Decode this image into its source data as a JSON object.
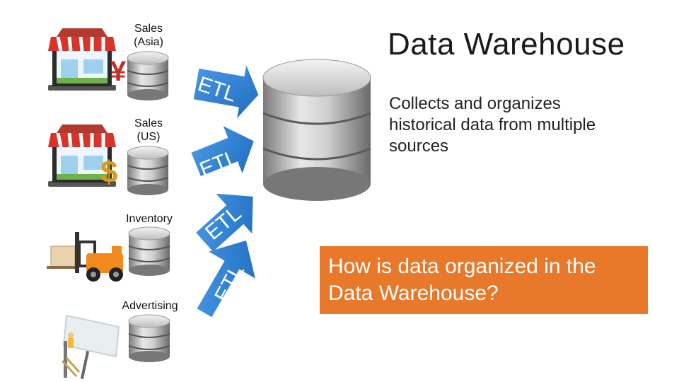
{
  "title": "Data Warehouse",
  "description": "Collects and organizes historical data from multiple sources",
  "question": "How is data organized in the Data Warehouse?",
  "sources": [
    {
      "label": "Sales (Asia)",
      "icon": "store-yen-icon"
    },
    {
      "label": "Sales (US)",
      "icon": "store-dollar-icon"
    },
    {
      "label": "Inventory",
      "icon": "forklift-icon"
    },
    {
      "label": "Advertising",
      "icon": "billboard-icon"
    }
  ],
  "etl_labels": [
    "ETL",
    "ETL",
    "ETL",
    "ETL"
  ],
  "colors": {
    "arrow": "#2e7fd3",
    "question_bg": "#e8782a",
    "store_awning": "#d9342b"
  }
}
